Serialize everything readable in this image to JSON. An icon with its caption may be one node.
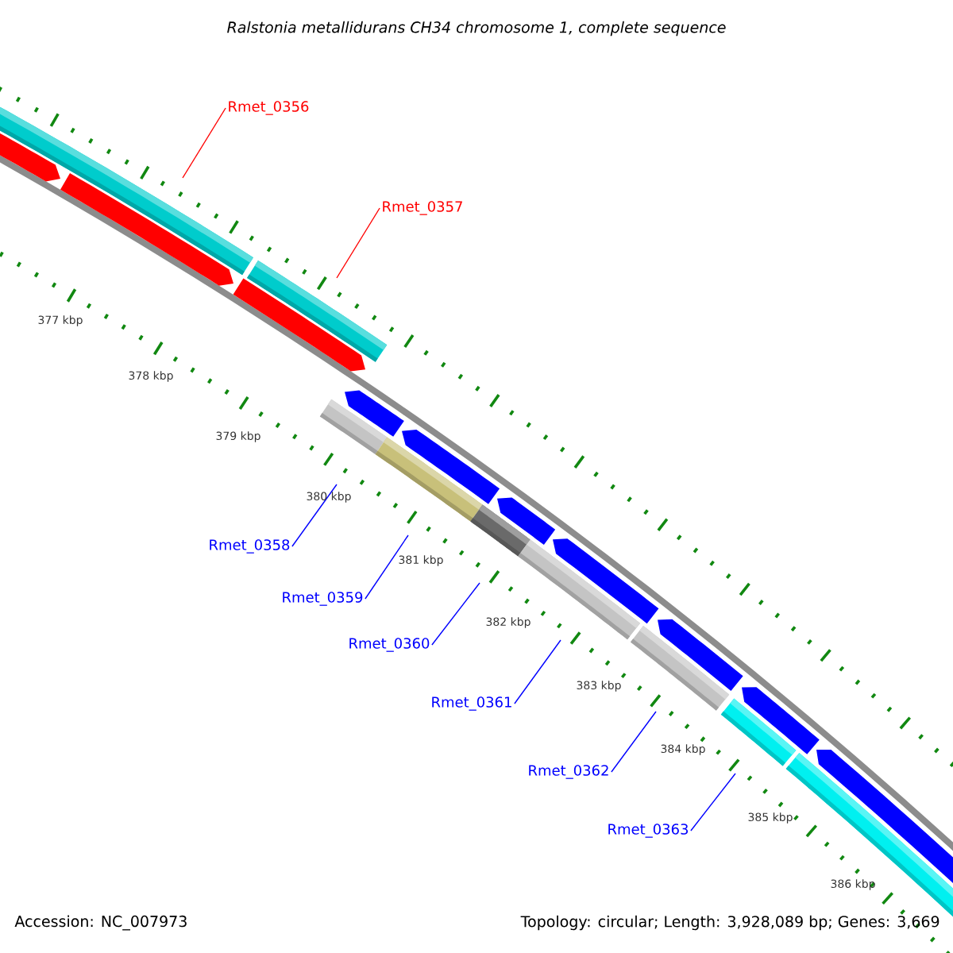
{
  "diagram": {
    "title": "Ralstonia metallidurans CH34 chromosome 1, complete sequence",
    "nodes": [
      {
        "text": [
          "Rmet_0356"
        ]
      },
      {
        "text": [
          "Rmet_0357"
        ]
      },
      {
        "text": [
          "Rmet_0358"
        ]
      },
      {
        "text": [
          "Rmet_0359"
        ]
      },
      {
        "text": [
          "Rmet_0360"
        ]
      },
      {
        "text": [
          "Rmet_0361"
        ]
      },
      {
        "text": [
          "Rmet_0362"
        ]
      },
      {
        "text": [
          "Rmet_0363"
        ]
      },
      {
        "text": [],
        "shape": "bar"
      },
      {
        "text": [],
        "shape": "bar"
      },
      {
        "text": [],
        "shape": "bar"
      },
      {
        "text": [],
        "shape": "bar"
      },
      {
        "text": [],
        "shape": "bar"
      },
      {
        "text": [],
        "shape": "bar"
      },
      {
        "text": [],
        "shape": "bar"
      },
      {
        "text": [],
        "shape": "bar"
      },
      {
        "text": [],
        "shape": "bar"
      },
      {
        "text": [],
        "shape": "bar"
      },
      {
        "text": [],
        "shape": "bar"
      },
      {
        "text": [],
        "shape": "bar"
      },
      {
        "text": [],
        "shape": "bar"
      },
      {
        "text": [],
        "shape": "bar"
      },
      {
        "text": [],
        "shape": "bar"
      },
      {
        "text": [],
        "shape": "bar"
      },
      {
        "text": [],
        "shape": "bar"
      },
      {
        "text": [],
        "shape": "bar"
      },
      {
        "text": [],
        "shape": "bar"
      }
    ],
    "edges": [
      {
        "from": 0,
        "to": 8,
        "arrow": "none",
        "color": "#ff0000"
      },
      {
        "from": 1,
        "to": 9,
        "arrow": "none",
        "color": "#ff0000"
      },
      {
        "from": 2,
        "to": 10,
        "arrow": "none"
      },
      {
        "from": 3,
        "to": 11,
        "arrow": "none"
      },
      {
        "from": 4,
        "to": 12,
        "arrow": "none"
      },
      {
        "from": 5,
        "to": 13,
        "arrow": "none"
      },
      {
        "from": 6,
        "to": 14,
        "arrow": "none"
      },
      {
        "from": 7,
        "to": 15,
        "arrow": "none"
      }
    ],
    "labels": [
      "377 kbp",
      "378 kbp",
      "379 kbp",
      "380 kbp",
      "381 kbp",
      "382 kbp",
      "383 kbp",
      "384 kbp",
      "385 kbp",
      "386 kbp",
      "Accession: NC_007973",
      "Topology: circular; Length: 3,928,089 bp; Genes: 3,669"
    ]
  }
}
